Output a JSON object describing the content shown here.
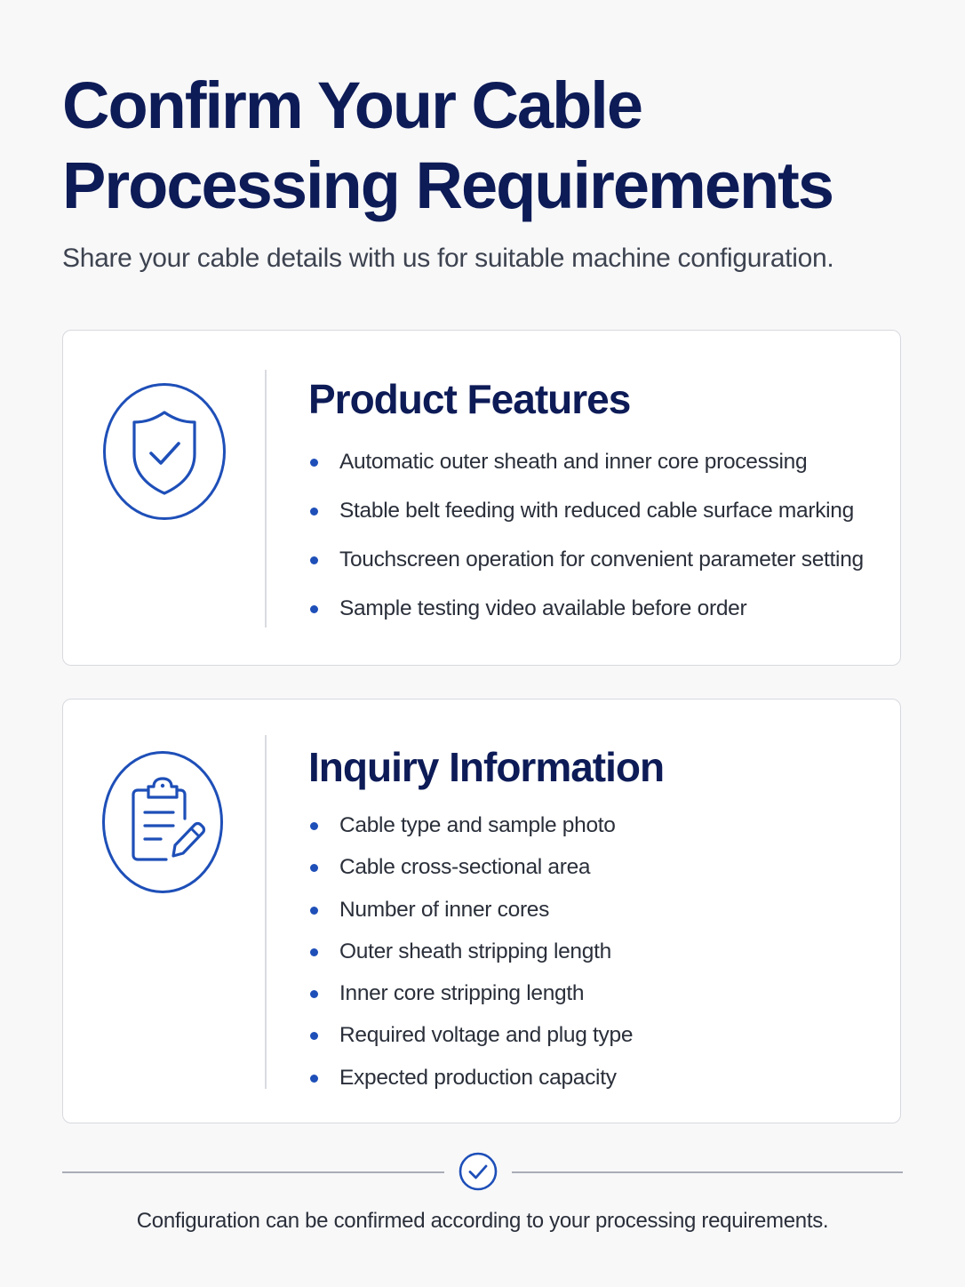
{
  "header": {
    "title": "Confirm Your Cable Processing Requirements",
    "subtitle": "Share your cable details with us for suitable machine configuration."
  },
  "features_card": {
    "icon": "shield-check-icon",
    "heading": "Product Features",
    "items": [
      "Automatic outer sheath and inner core processing",
      "Stable belt feeding with reduced cable surface marking",
      "Touchscreen operation for convenient parameter setting",
      "Sample testing video available before order"
    ]
  },
  "inquiry_card": {
    "icon": "clipboard-edit-icon",
    "heading": "Inquiry Information",
    "items": [
      "Cable type and sample photo",
      "Cable cross-sectional area",
      "Number of inner cores",
      "Outer sheath stripping length",
      "Inner core stripping length",
      "Required voltage and plug type",
      "Expected production capacity"
    ]
  },
  "footer": {
    "icon": "check-circle-icon",
    "note": "Configuration can be confirmed according to your processing requirements."
  },
  "colors": {
    "heading": "#0d1b57",
    "accent": "#1e4fb8",
    "body_text": "#2a2f3a",
    "background": "#f8f8f9",
    "card_border": "#d7d9de"
  }
}
